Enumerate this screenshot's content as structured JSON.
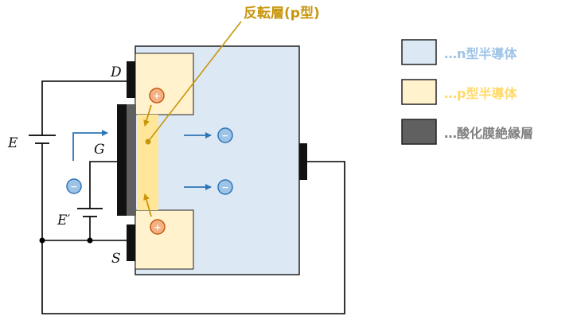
{
  "callout": {
    "label": "反転層(p型)",
    "color": "#c8960c"
  },
  "terminals": {
    "drain": "D",
    "gate": "G",
    "source": "S",
    "supply_e": "E",
    "supply_e_prime": "E′"
  },
  "charges": {
    "plus": "+",
    "minus": "−"
  },
  "legend": [
    {
      "label": "…n型半導体",
      "fill": "#dde8f5",
      "text_color": "#9dc3e6"
    },
    {
      "label": "…p型半導体",
      "fill": "#fff2cc",
      "text_color": "#ffd966"
    },
    {
      "label": "…酸化膜絶縁層",
      "fill": "#606060",
      "text_color": "#7f7f7f"
    }
  ],
  "colors": {
    "n_type": "#dde8f5",
    "p_type": "#fff2cc",
    "inversion_layer": "#ffe699",
    "oxide": "#606060",
    "hole": "#f4b183",
    "electron": "#9dc3e6",
    "arrow_blue": "#2e75b6",
    "arrow_gold": "#c8960c",
    "wire": "#000000"
  }
}
